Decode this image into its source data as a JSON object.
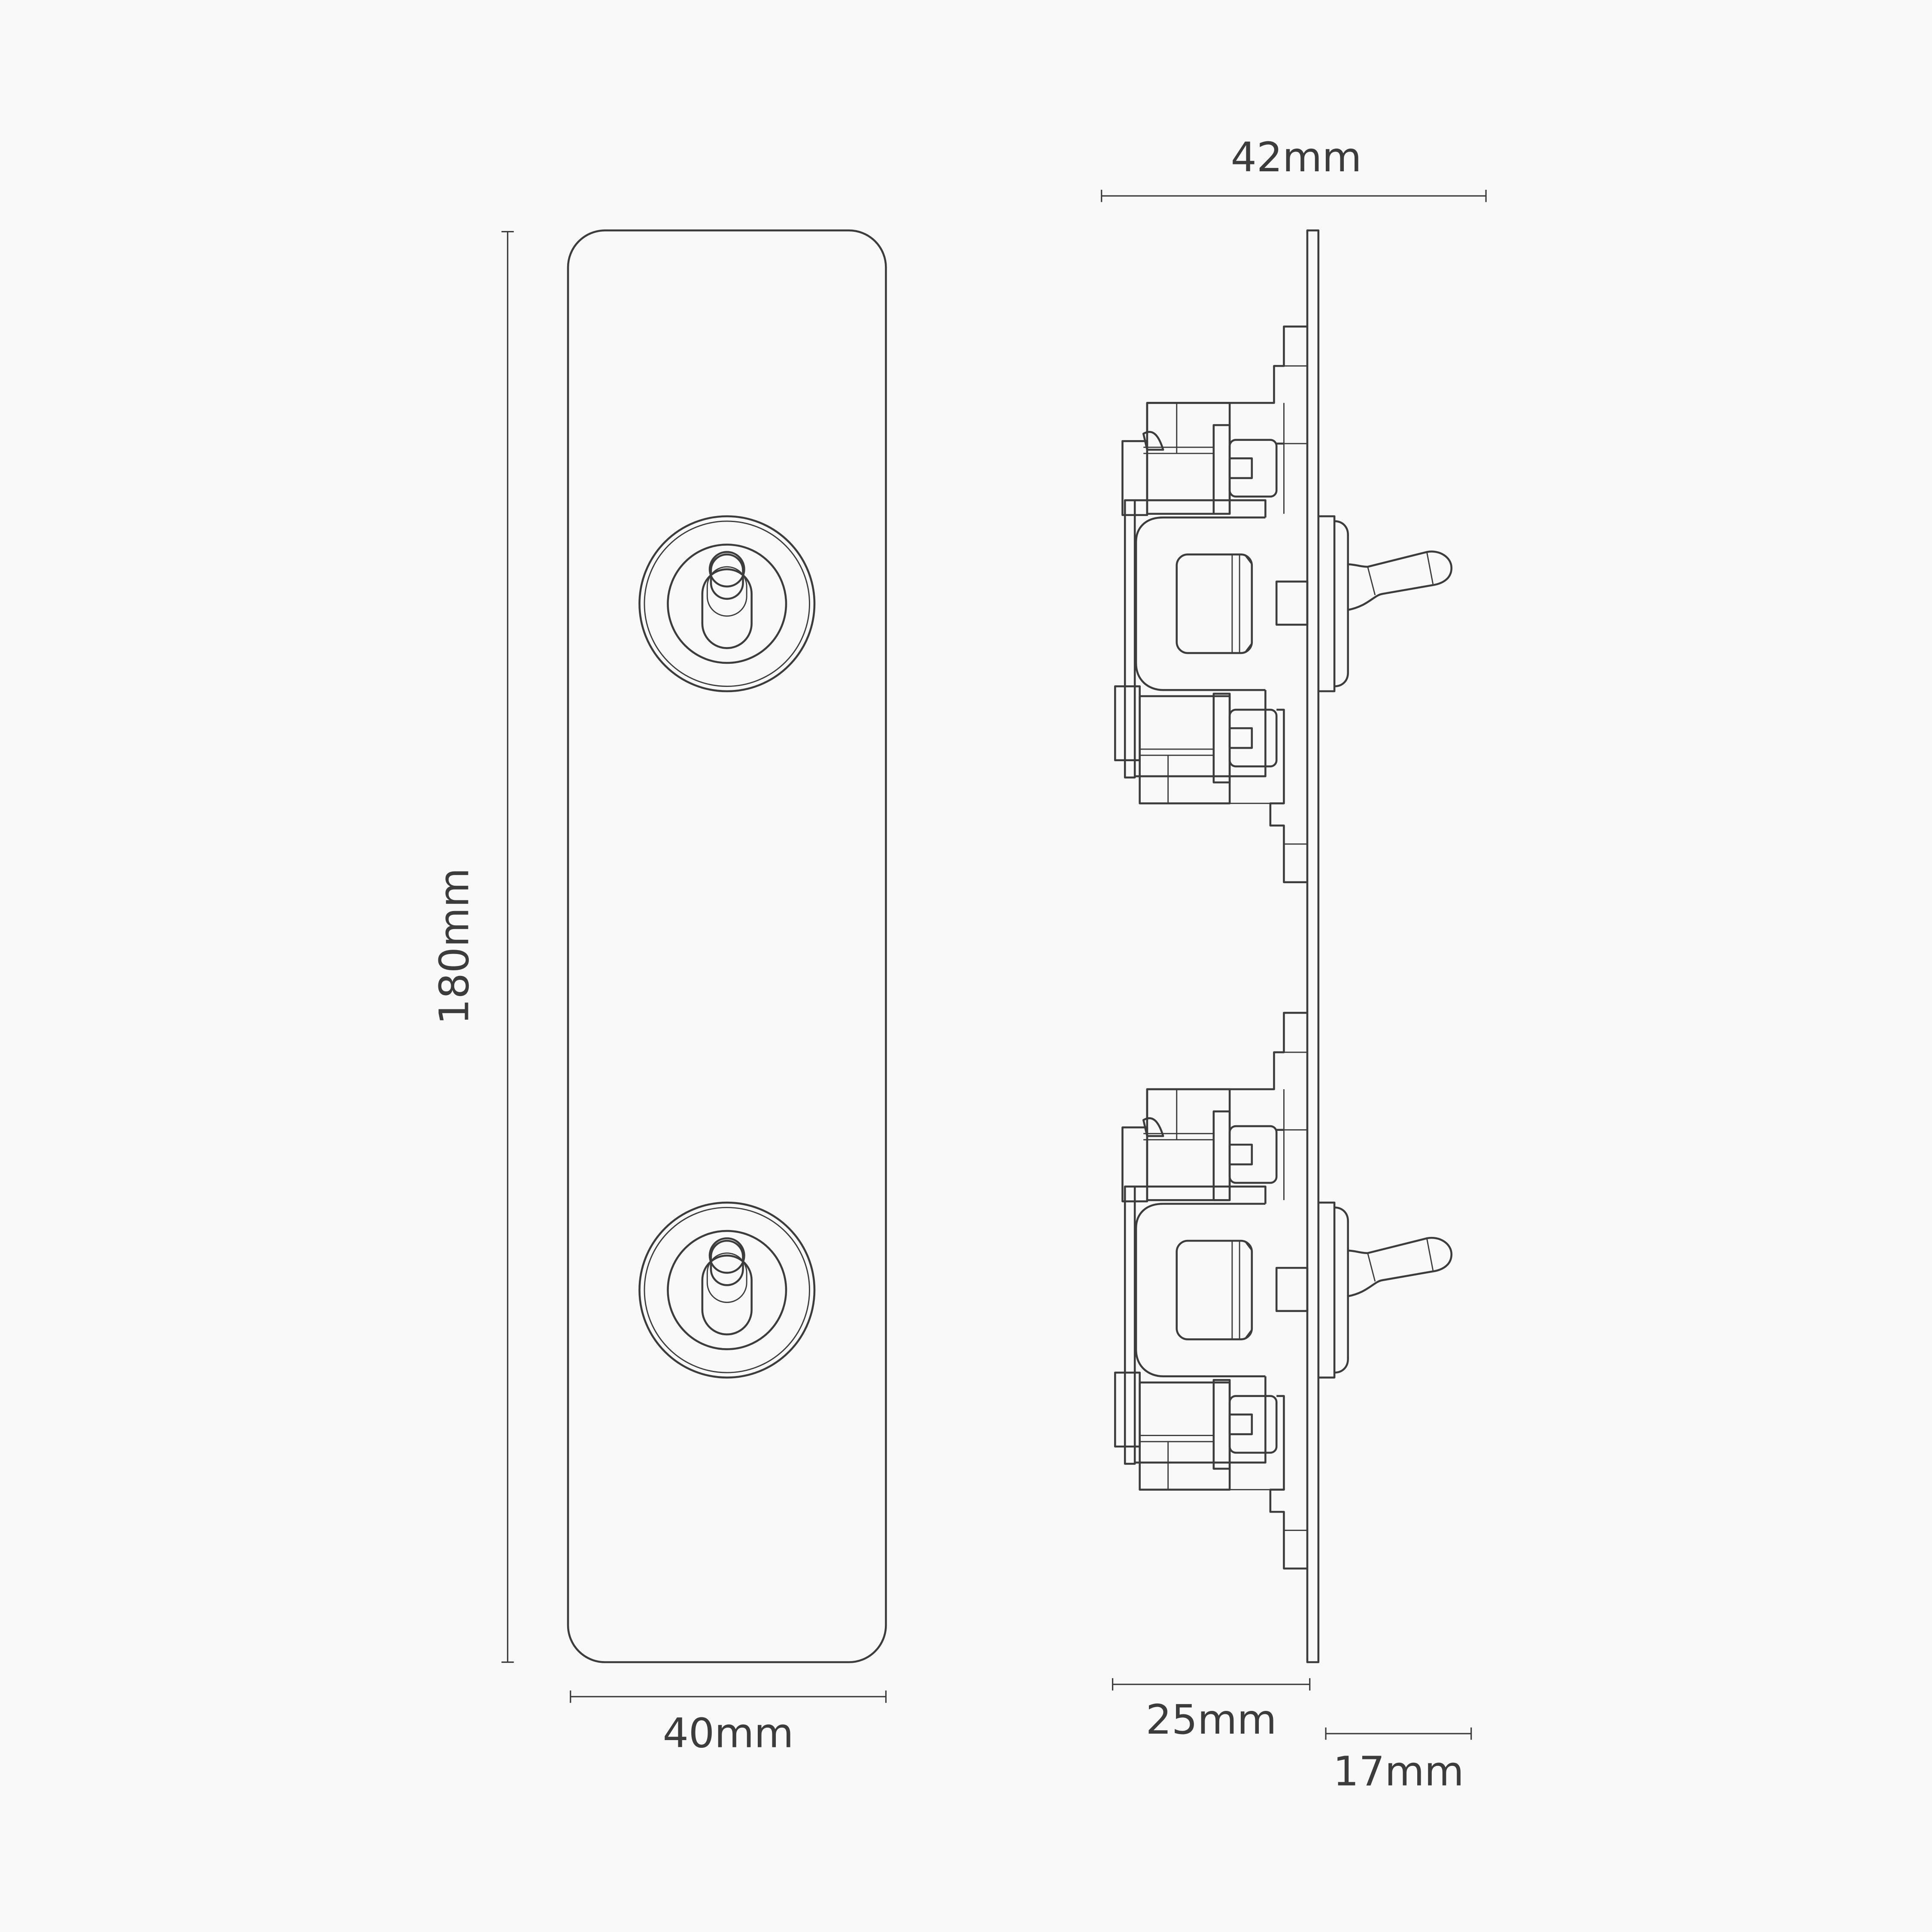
{
  "dimensions": {
    "height": "180mm",
    "front_width": "40mm",
    "total_depth": "42mm",
    "rear_depth": "25mm",
    "front_projection": "17mm"
  },
  "colors": {
    "line": "#3c3c3c",
    "background": "#f9f9f9"
  }
}
